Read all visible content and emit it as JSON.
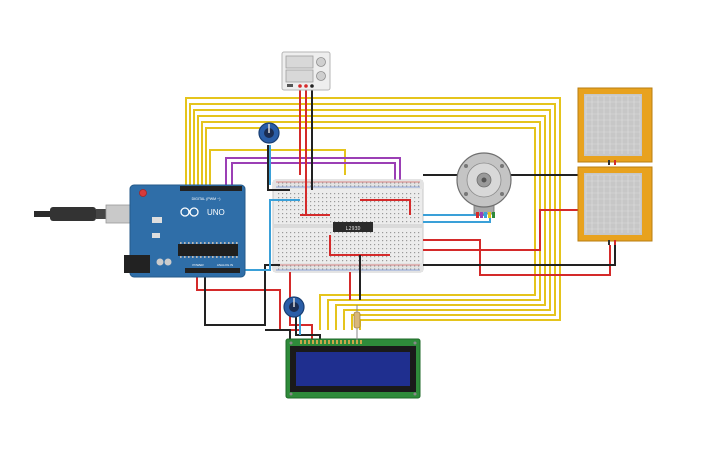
{
  "components": {
    "arduino": {
      "label": "UNO",
      "pin_header_text": "DIGITAL (PWM ~)",
      "analog_text": "ANALOG IN",
      "power_text": "POWER"
    },
    "motor_driver_chip": {
      "label": "L293D"
    },
    "lcd": {
      "type": "16x2 LCD"
    },
    "power_supply": {
      "type": "power-supply"
    },
    "dc_motor": {
      "type": "dc-motor"
    },
    "force_sensors": [
      {
        "type": "force-sensor"
      },
      {
        "type": "force-sensor"
      }
    ],
    "potentiometers": [
      {
        "type": "potentiometer"
      },
      {
        "type": "potentiometer"
      }
    ]
  },
  "colors": {
    "yellow_wire": "#e5c41c",
    "purple_wire": "#9b3fb5",
    "red_wire": "#d42a2a",
    "black_wire": "#222222",
    "blue_wire": "#3aa0d8",
    "arduino_board": "#2f6ea8",
    "sensor_frame": "#e8a21e",
    "lcd_board": "#2e8b3a",
    "lcd_screen": "#1f2f8f"
  }
}
